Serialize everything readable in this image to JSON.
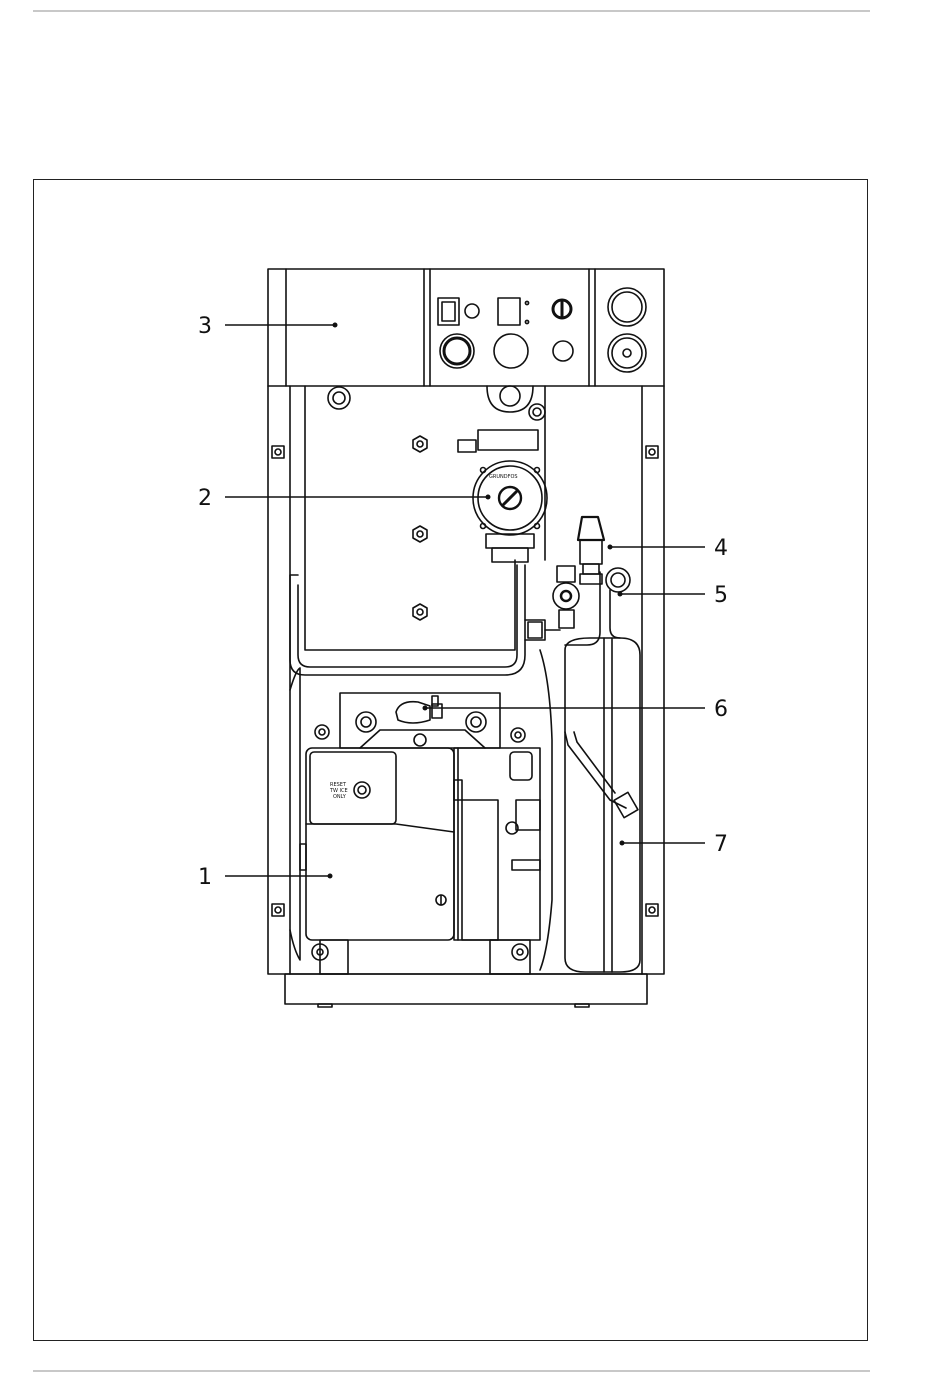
{
  "callouts": [
    {
      "id": "3",
      "label": "3"
    },
    {
      "id": "2",
      "label": "2"
    },
    {
      "id": "4",
      "label": "4"
    },
    {
      "id": "5",
      "label": "5"
    },
    {
      "id": "6",
      "label": "6"
    },
    {
      "id": "1",
      "label": "1"
    },
    {
      "id": "7",
      "label": "7"
    }
  ],
  "pump_brand": "GRUNDFOS",
  "burner_text": [
    "RESET",
    "TW ICE",
    "ONLY"
  ],
  "colors": {
    "line": "#111111",
    "rule": "#c8c8c8",
    "background": "#ffffff"
  }
}
